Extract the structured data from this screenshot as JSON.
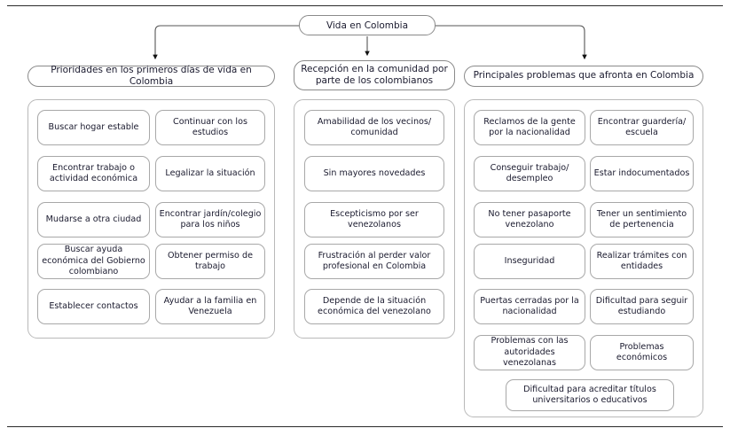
{
  "diagram": {
    "root": {
      "label": "Vida en Colombia"
    },
    "rules": {
      "top": "horizontal-rule",
      "bottom": "horizontal-rule"
    },
    "branches": [
      {
        "header": "Prioridades en los primeros días de vida en Colombia",
        "columns": 2,
        "items": [
          "Buscar hogar estable",
          "Continuar con los estudios",
          "Encontrar trabajo o actividad económica",
          "Legalizar la situación",
          "Mudarse a otra ciudad",
          "Encontrar jardín/colegio para los niños",
          "Buscar ayuda económica del Gobierno colombiano",
          "Obtener permiso de trabajo",
          "Establecer contactos",
          "Ayudar a la familia en Venezuela"
        ]
      },
      {
        "header": "Recepción en la comunidad por parte de los colombianos",
        "columns": 1,
        "items": [
          "Amabilidad de los vecinos/ comunidad",
          "Sin mayores novedades",
          "Escepticismo por ser venezolanos",
          "Frustración al perder valor profesional en Colombia",
          "Depende de la situación económica del venezolano"
        ]
      },
      {
        "header": "Principales problemas que afronta en Colombia",
        "columns": 2,
        "items": [
          "Reclamos de la gente por la nacionalidad",
          "Encontrar guardería/ escuela",
          "Conseguir trabajo/ desempleo",
          "Estar indocumentados",
          "No tener pasaporte venezolano",
          "Tener un sentimiento de pertenencia",
          "Inseguridad",
          "Realizar trámites con entidades",
          "Puertas cerradas por la nacionalidad",
          "Dificultad para seguir estudiando",
          "Problemas con las autoridades venezolanas",
          "Problemas económicos",
          "Dificultad para acreditar títulos universitarios o educativos"
        ]
      }
    ]
  }
}
